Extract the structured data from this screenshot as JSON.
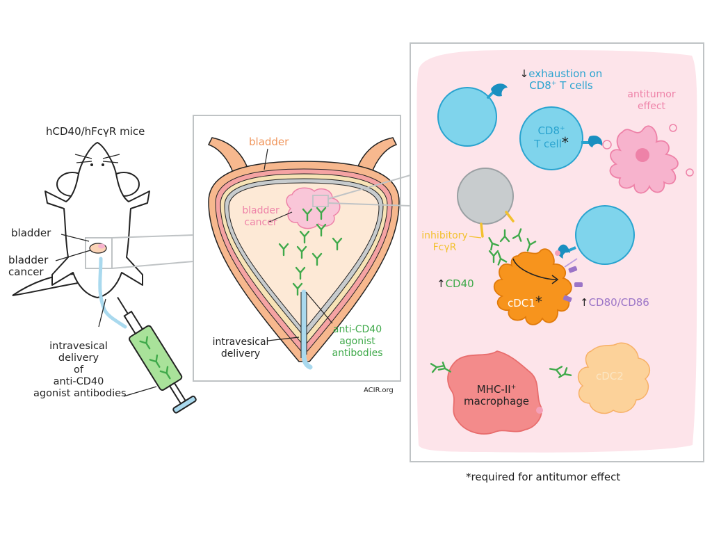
{
  "mouse": {
    "title": "hCD40/hFcγR mice",
    "bladder_label": "bladder",
    "cancer_label": "bladder\ncancer",
    "delivery_label": "intravesical\ndelivery\nof\nanti-CD40\nagonist antibodies"
  },
  "zoom": {
    "bladder_label": "bladder",
    "cancer_label": "bladder\ncancer",
    "delivery_label": "intravesical\ndelivery",
    "antibody_label": "anti-CD40\nagonist\nantibodies",
    "credit": "ACIR.org"
  },
  "panel": {
    "exhaustion_arrow": "↓",
    "exhaustion_label": "exhaustion on",
    "cd8_t_cells": "CD8",
    "cd8_t_cells_sup": "+",
    "cd8_t_cells_suffix": " T cells",
    "antitumor_label": "antitumor\neffect",
    "tcell_label_line1": "CD8",
    "tcell_label_sup": "+",
    "tcell_label_line2": "T cell",
    "tcell_asterisk": "*",
    "inhibitory_label": "inhibitory\nFcγR",
    "cd40_arrow": "↑",
    "cd40_label": "CD40",
    "cdc1_label": "cDC1",
    "cdc1_asterisk": "*",
    "cd80_arrow": "↑",
    "cd80_label": "CD80/CD86",
    "macrophage_line1": "MHC-II",
    "macrophage_sup": "+",
    "macrophage_line2": "macrophage",
    "cdc2_label": "cDC2"
  },
  "footnote": "*required for antitumor effect",
  "colors": {
    "panel_bg": "#fde4ea",
    "bladder_wall": "#f7b88e",
    "bladder_inner": "#fde9d6",
    "cancer": "#f9c6d8",
    "antibody": "#3fa94a",
    "tcell": "#7fd4ec",
    "tcell_stroke": "#29a3cf",
    "tumor": "#f7b3cd",
    "cdc1": "#f7941d",
    "macrophage": "#f38b8b",
    "cdc2": "#fcd29a",
    "gray_cell": "#c8ccce",
    "syringe_fluid": "#a9e29a",
    "catheter": "#a9d9ee"
  }
}
